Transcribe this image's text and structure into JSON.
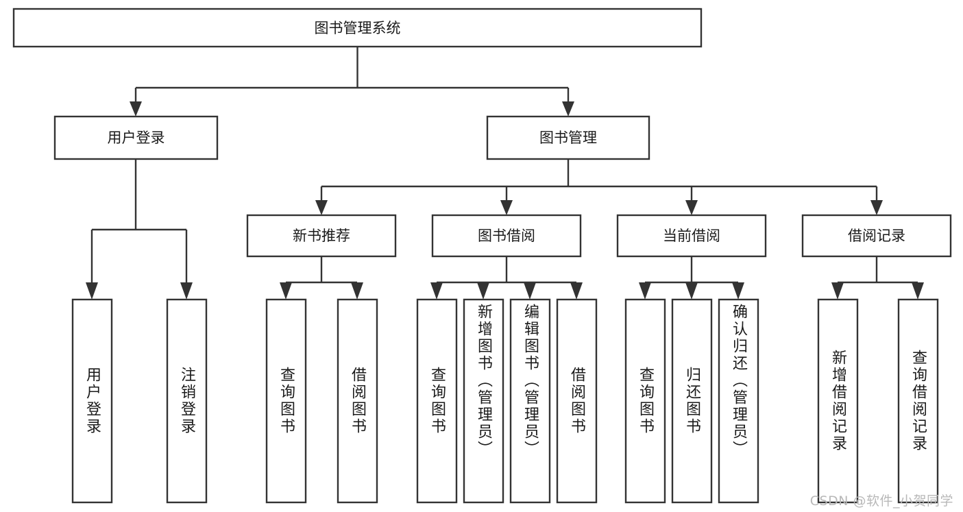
{
  "diagram": {
    "type": "tree",
    "title": "图书管理系统",
    "orientation": "top-down",
    "colors": {
      "box_stroke": "#333333",
      "box_fill": "#ffffff",
      "text": "#1a1a1a",
      "background": "#ffffff",
      "watermark": "#b8b8b8"
    },
    "root": {
      "label": "图书管理系统"
    },
    "level2": [
      {
        "label": "用户登录"
      },
      {
        "label": "图书管理"
      }
    ],
    "level3": [
      {
        "label": "新书推荐"
      },
      {
        "label": "图书借阅"
      },
      {
        "label": "当前借阅"
      },
      {
        "label": "借阅记录"
      }
    ],
    "leaves": {
      "user_login": [
        {
          "label": "用户登录"
        },
        {
          "label": "注销登录"
        }
      ],
      "new_book": [
        {
          "label": "查询图书"
        },
        {
          "label": "借阅图书"
        }
      ],
      "book_borrow": [
        {
          "label": "查询图书"
        },
        {
          "label": "新增图书（管理员）"
        },
        {
          "label": "编辑图书（管理员）"
        },
        {
          "label": "借阅图书"
        }
      ],
      "current_borrow": [
        {
          "label": "查询图书"
        },
        {
          "label": "归还图书"
        },
        {
          "label": "确认归还（管理员）"
        }
      ],
      "borrow_record": [
        {
          "label": "新增借阅记录"
        },
        {
          "label": "查询借阅记录"
        }
      ]
    }
  },
  "watermark": {
    "text": "CSDN @软件_小贺同学"
  }
}
